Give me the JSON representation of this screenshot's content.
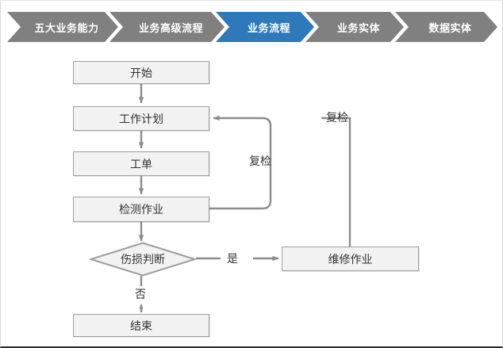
{
  "breadcrumb": {
    "items": [
      {
        "label": "五大业务能力",
        "active": false
      },
      {
        "label": "业务高级流程",
        "active": false
      },
      {
        "label": "业务流程",
        "active": true
      },
      {
        "label": "业务实体",
        "active": false
      },
      {
        "label": "数据实体",
        "active": false
      }
    ],
    "active_color": "#2E79BA",
    "inactive_color": "#808080",
    "text_color": "#FFFFFF"
  },
  "flowchart": {
    "node_fill": "#F2F2F2",
    "node_border": "#9E9E9E",
    "connector_color": "#8C8C8C",
    "nodes": {
      "start": "开始",
      "work_plan": "工作计划",
      "work_order": "工单",
      "inspection_task": "检测作业",
      "damage_decision": "伤损判断",
      "repair_task": "维修作业",
      "end": "结束"
    },
    "edge_labels": {
      "recheck_inner": "复检",
      "recheck_outer": "复检",
      "yes": "是",
      "no": "否"
    }
  }
}
